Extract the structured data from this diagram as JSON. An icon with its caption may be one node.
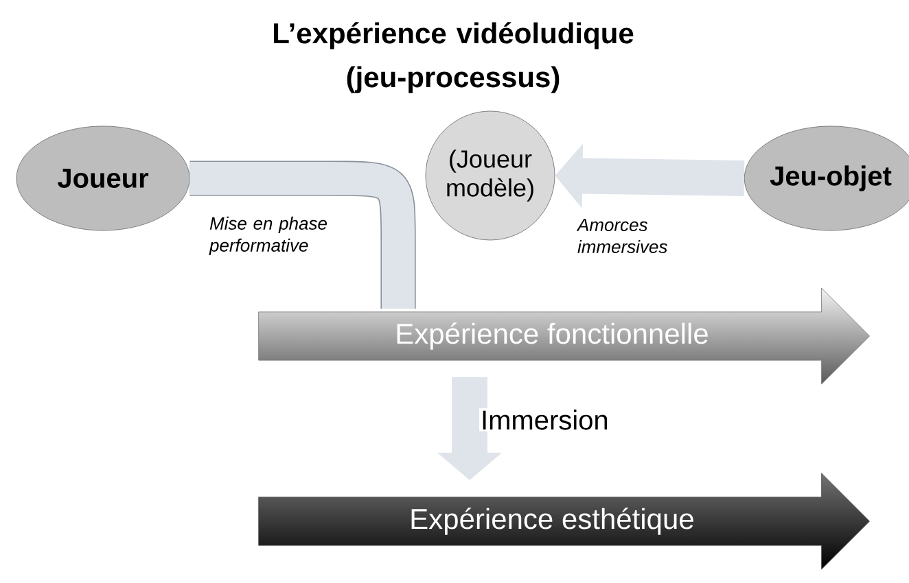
{
  "diagram": {
    "title": "L’expérience vidéoludique (jeu-processus)",
    "nodes": [
      {
        "text": [
          "Joueur"
        ]
      },
      {
        "text": [
          "(Joueur modèle)"
        ]
      },
      {
        "text": [
          "Jeu-objet"
        ]
      },
      {
        "text": [
          "Expérience fonctionnelle"
        ]
      },
      {
        "text": [
          "Expérience esthétique"
        ]
      }
    ],
    "edges": [
      {
        "from": 0,
        "to": 3,
        "arrow": "none",
        "label": "Mise en phase performative"
      },
      {
        "from": 2,
        "to": 1,
        "arrow": "to",
        "label": "Amorces immersives"
      },
      {
        "from": 3,
        "to": 4,
        "arrow": "to",
        "label": "Immersion"
      }
    ]
  }
}
